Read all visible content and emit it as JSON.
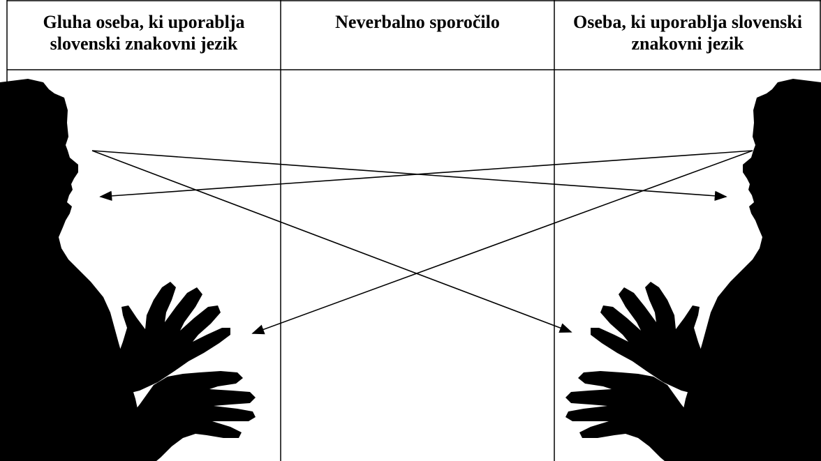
{
  "table": {
    "headers": [
      "Gluha oseba, ki uporablja slovenski znakovni jezik",
      "Neverbalno sporočilo",
      "Oseba, ki uporablja slovenski znakovni jezik"
    ]
  },
  "colors": {
    "ink": "#000000",
    "background": "#ffffff"
  },
  "figures": {
    "left": "deaf-person-signing-silhouette",
    "right": "person-signing-silhouette"
  }
}
